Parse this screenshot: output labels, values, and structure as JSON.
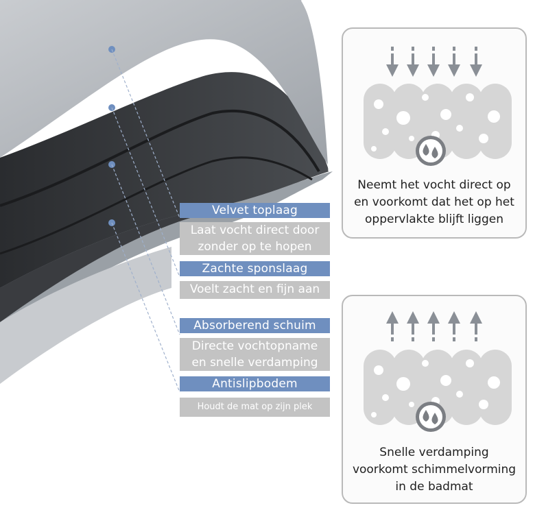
{
  "layers": [
    {
      "title": "Velvet toplaag",
      "description": [
        "Laat vocht direct door",
        "zonder op te hopen"
      ]
    },
    {
      "title": "Zachte sponslaag",
      "description": [
        "Voelt zacht en fijn aan"
      ]
    },
    {
      "title": "Absorberend schuim",
      "description": [
        "Directe vochtopname",
        "en snelle verdamping"
      ]
    },
    {
      "title": "Antislipbodem",
      "description": [
        "Houdt de mat op zijn plek"
      ]
    }
  ],
  "cards": [
    {
      "direction": "down",
      "icon": "water-drops-icon",
      "text": [
        "Neemt het vocht direct op",
        "en voorkomt dat het op het",
        "oppervlakte blijft liggen"
      ]
    },
    {
      "direction": "up",
      "icon": "water-drops-icon",
      "text": [
        "Snelle verdamping",
        "voorkomt schimmelvorming",
        "in de badmat"
      ]
    }
  ],
  "colors": {
    "label_blue": "#6f8fbf",
    "label_gray": "#c3c3c3",
    "card_border": "#b9b9b9",
    "arrow_gray": "#8a8f96"
  }
}
